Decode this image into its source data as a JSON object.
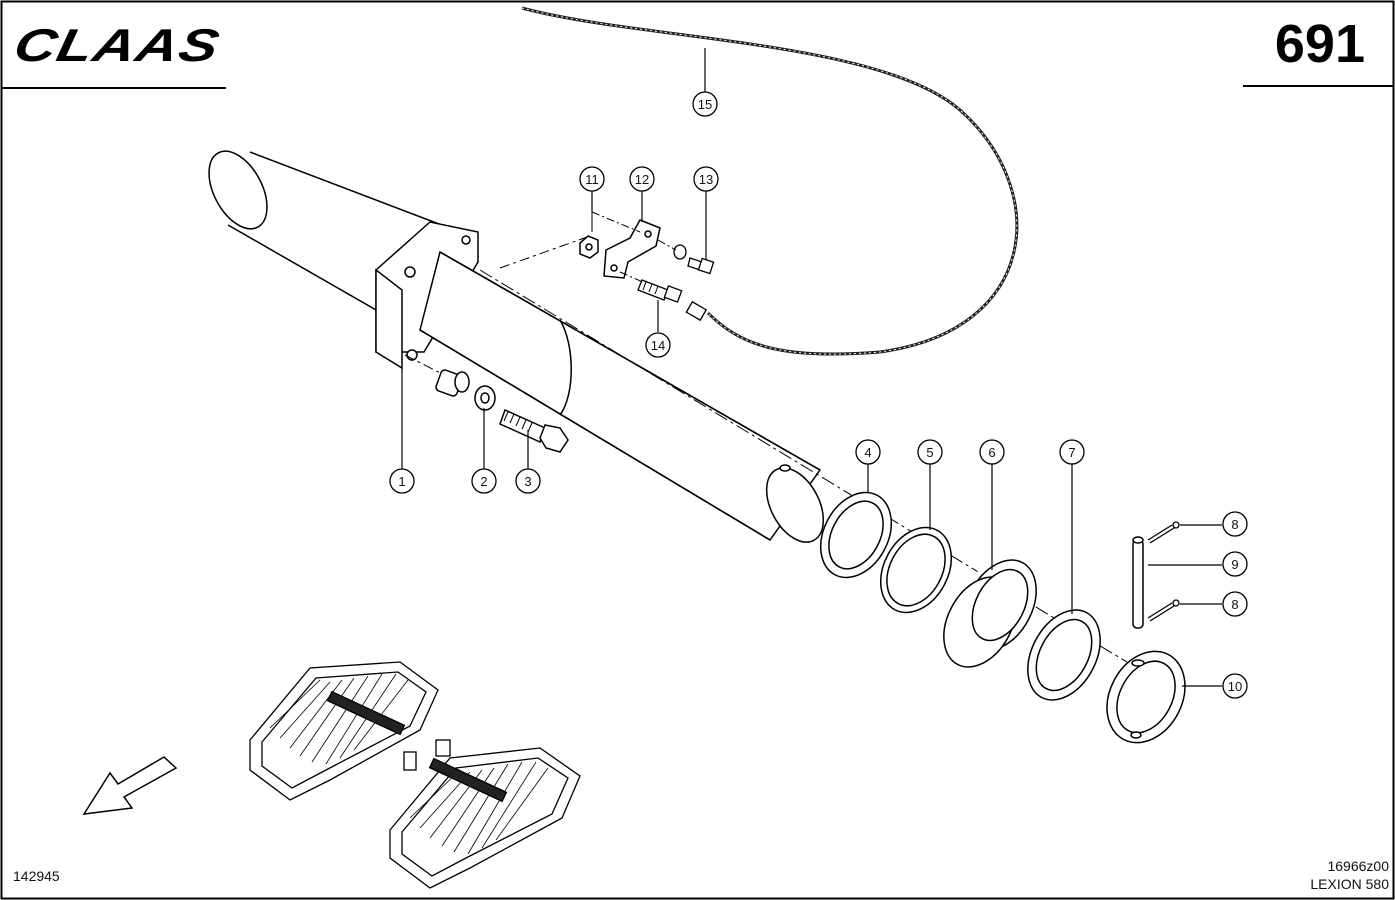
{
  "header": {
    "brand": "CLAAS",
    "page_number": "691"
  },
  "footer": {
    "document_number": "142945",
    "drawing_ref": "16966z00",
    "model": "LEXION 580"
  },
  "callouts": [
    "1",
    "2",
    "3",
    "4",
    "5",
    "6",
    "7",
    "8",
    "9",
    "8",
    "10",
    "11",
    "12",
    "13",
    "14",
    "15"
  ]
}
